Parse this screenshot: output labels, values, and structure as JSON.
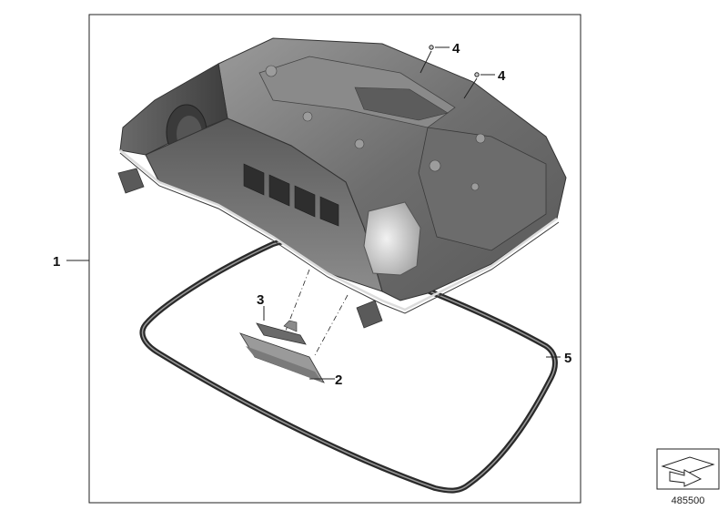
{
  "callouts": {
    "part1": "1",
    "part2": "2",
    "part3": "3",
    "part4a": "4",
    "part4b": "4",
    "part5": "5"
  },
  "reference_number": "485500",
  "colors": {
    "frame": "#222222",
    "housing_dark": "#4a4a4a",
    "housing_mid": "#7a7a7a",
    "housing_light": "#b8b8b8",
    "gasket": "#2a2a2a"
  },
  "icons": {
    "orientation": "orientation-arrow-icon"
  }
}
